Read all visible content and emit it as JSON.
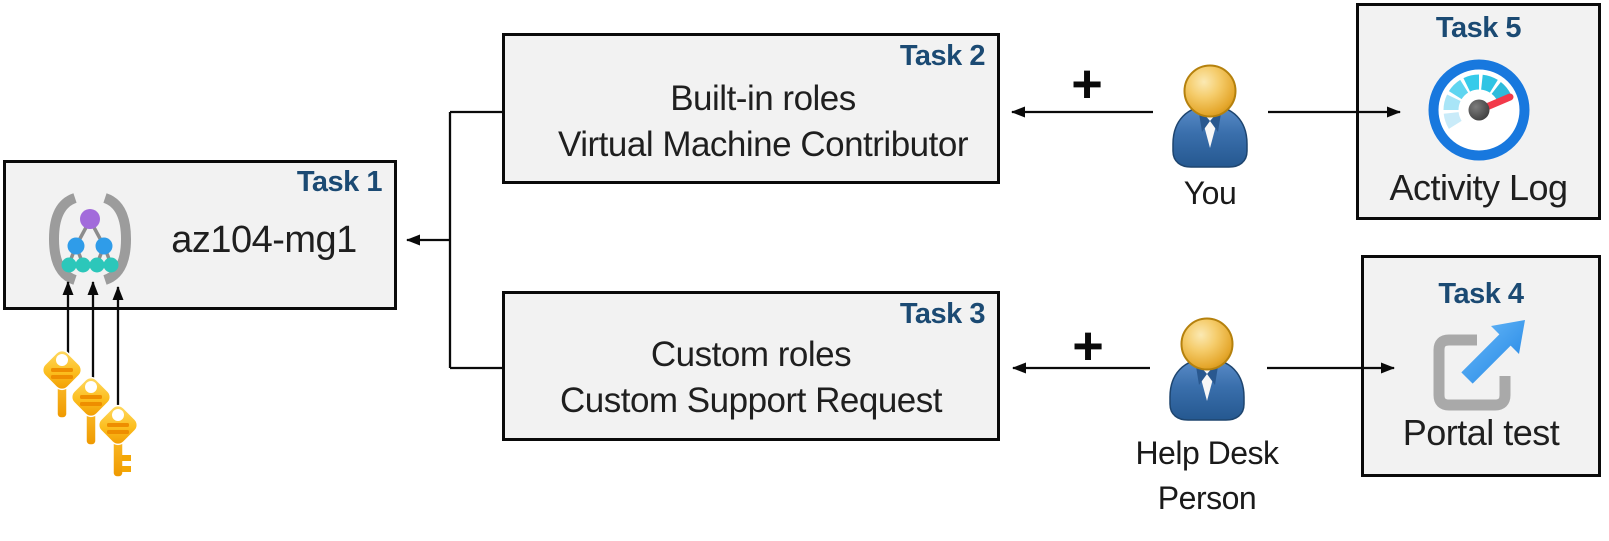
{
  "boxes": {
    "task1": {
      "label": "Task 1",
      "name": "az104-mg1"
    },
    "task2": {
      "label": "Task 2",
      "line1": "Built-in roles",
      "line2": "Virtual Machine Contributor"
    },
    "task3": {
      "label": "Task 3",
      "line1": "Custom roles",
      "line2": "Custom Support Request"
    },
    "task4": {
      "label": "Task 4",
      "caption": "Portal test"
    },
    "task5": {
      "label": "Task 5",
      "caption": "Activity Log"
    }
  },
  "actors": {
    "you": {
      "label": "You"
    },
    "help_desk": {
      "label_line1": "Help Desk",
      "label_line2": "Person"
    }
  },
  "operators": {
    "plus": "+"
  },
  "icons": [
    "management-group-icon",
    "key-icon",
    "person-icon",
    "gauge-icon",
    "external-link-icon",
    "plus-icon",
    "arrow-connector"
  ],
  "colors": {
    "task_label": "#1b4a73",
    "box_fill": "#f2f2f2",
    "box_border": "#0a0a0a",
    "body_text": "#1f1f1f",
    "key_gold": "#f9b000",
    "person_blue": "#3a6fac",
    "person_head_gold": "#e5a82e",
    "gauge_ring_blue": "#1878de",
    "gauge_needle_red": "#f2394a",
    "portal_arrow_blue": "#419ff0",
    "icon_gray": "#a9a9a9",
    "mg_purple": "#a26bdb",
    "mg_blue": "#2f9ce9",
    "mg_teal": "#2cc7ba"
  }
}
